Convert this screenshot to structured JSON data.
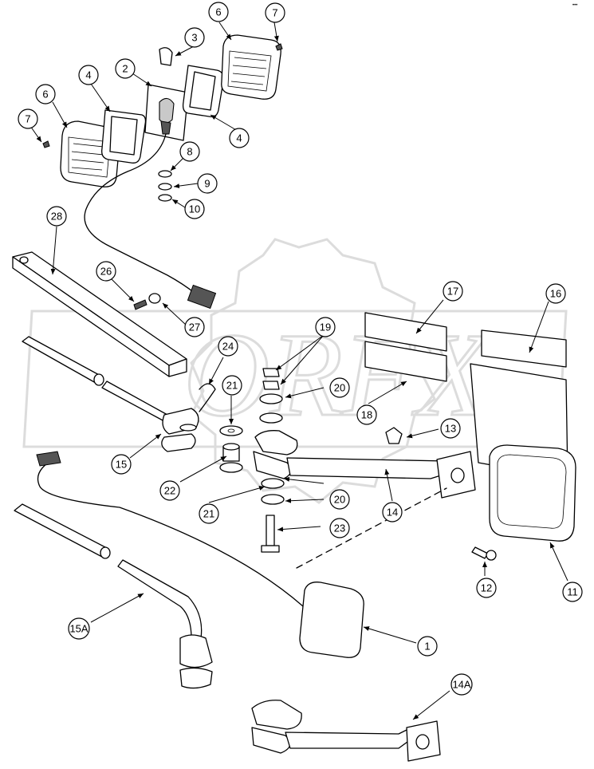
{
  "corner_code": "•••",
  "callouts": [
    "1",
    "2",
    "3",
    "4",
    "4",
    "6",
    "6",
    "7",
    "7",
    "8",
    "9",
    "10",
    "11",
    "12",
    "13",
    "14",
    "14A",
    "15",
    "15A",
    "16",
    "17",
    "18",
    "19",
    "20",
    "20",
    "21",
    "21",
    "22",
    "23",
    "24",
    "26",
    "27",
    "28"
  ]
}
